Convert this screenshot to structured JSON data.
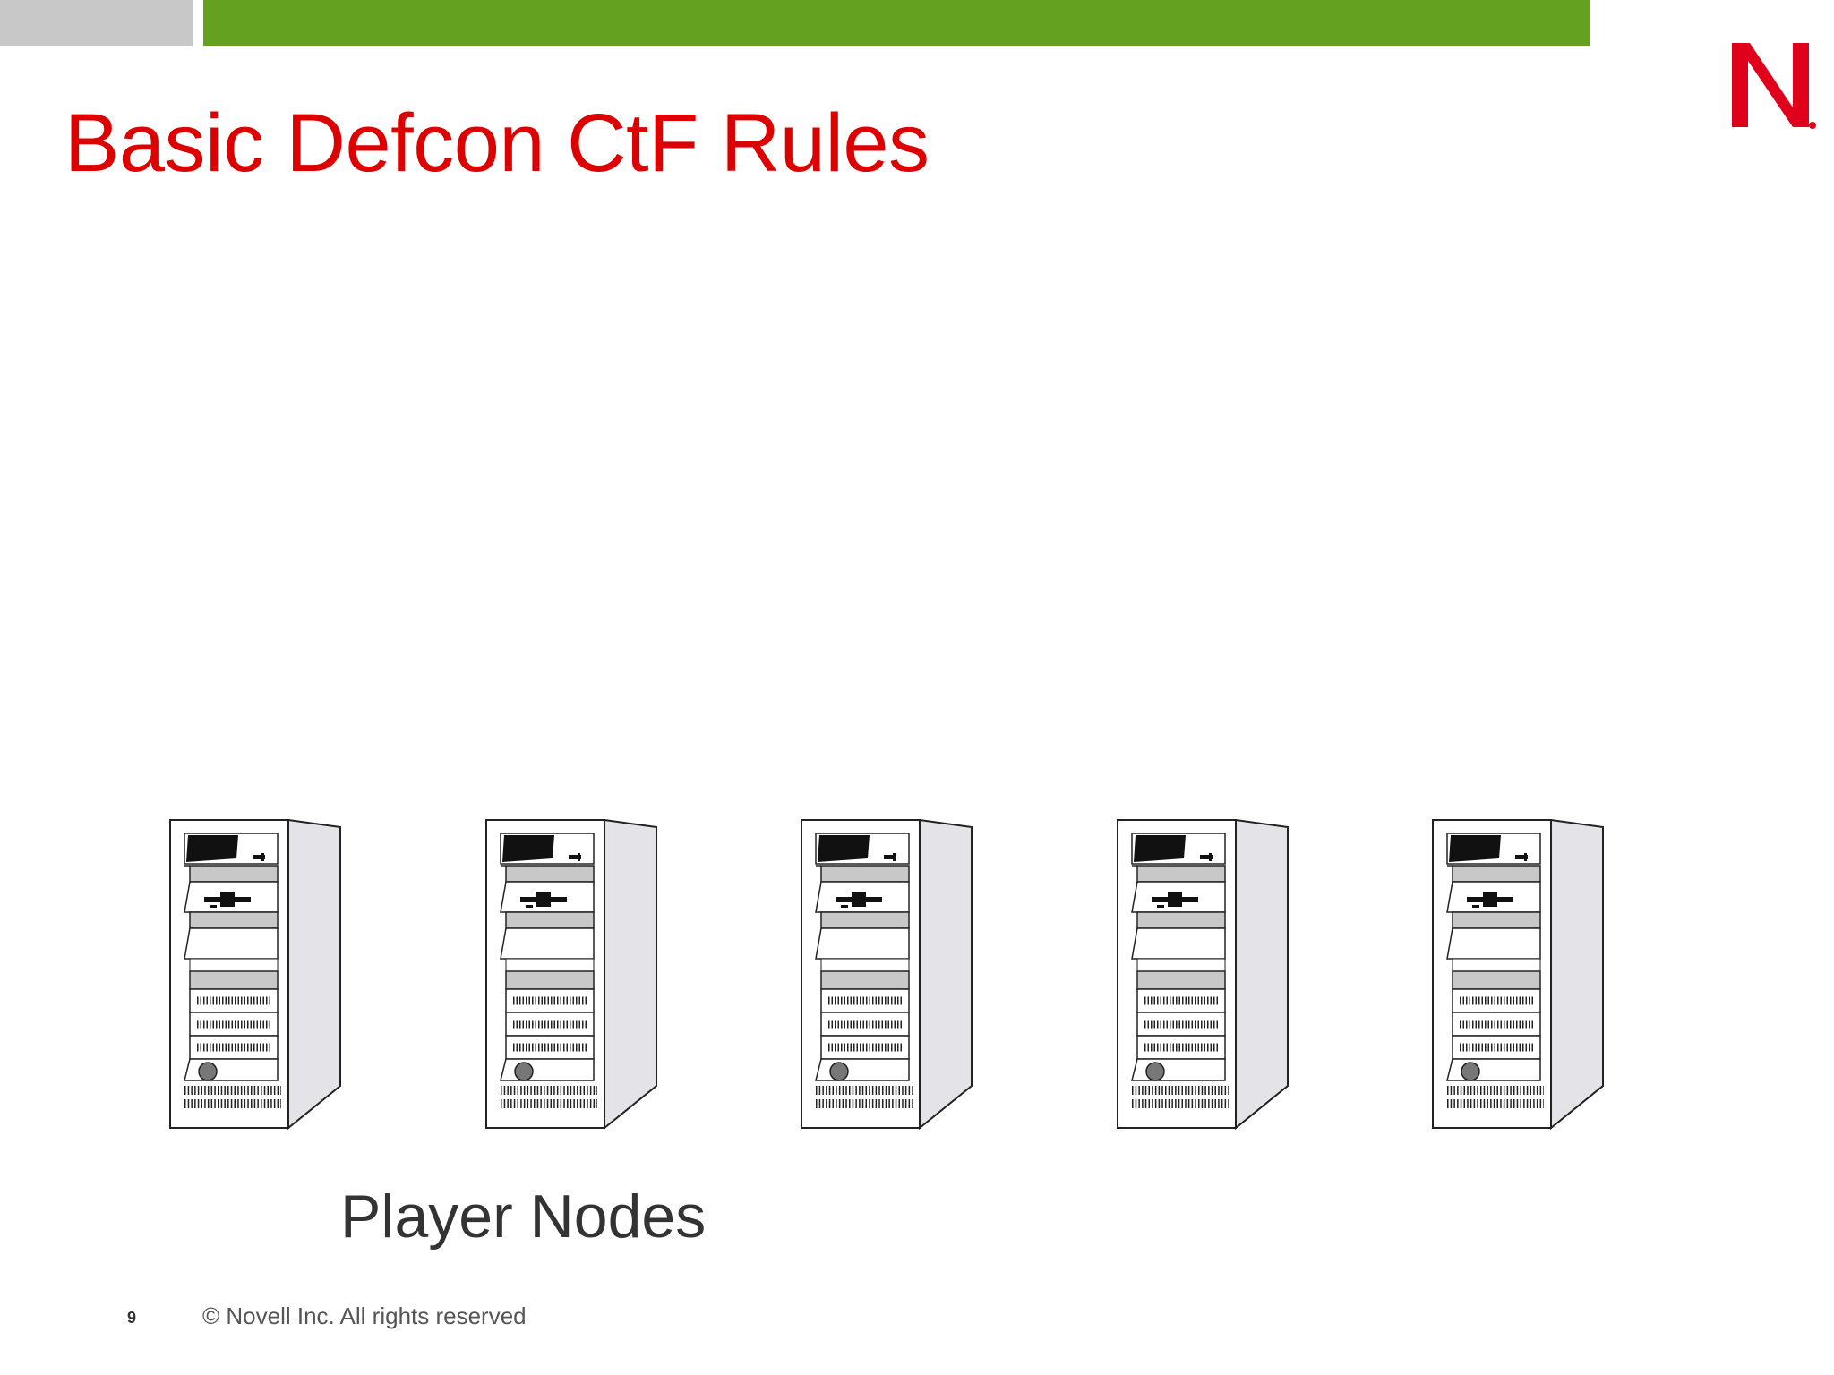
{
  "slide": {
    "title": "Basic Defcon CtF Rules",
    "caption": "Player Nodes",
    "page_number": "9",
    "copyright": "©  Novell Inc.  All rights reserved"
  },
  "branding": {
    "logo_icon": "novell-n-logo",
    "logo_color": "#e0001b",
    "title_color": "#dd0000",
    "accent_green": "#65a120",
    "accent_gray": "#c8c8c8"
  },
  "nodes": [
    {
      "icon": "server-tower-icon"
    },
    {
      "icon": "server-tower-icon"
    },
    {
      "icon": "server-tower-icon"
    },
    {
      "icon": "server-tower-icon"
    },
    {
      "icon": "server-tower-icon"
    }
  ]
}
